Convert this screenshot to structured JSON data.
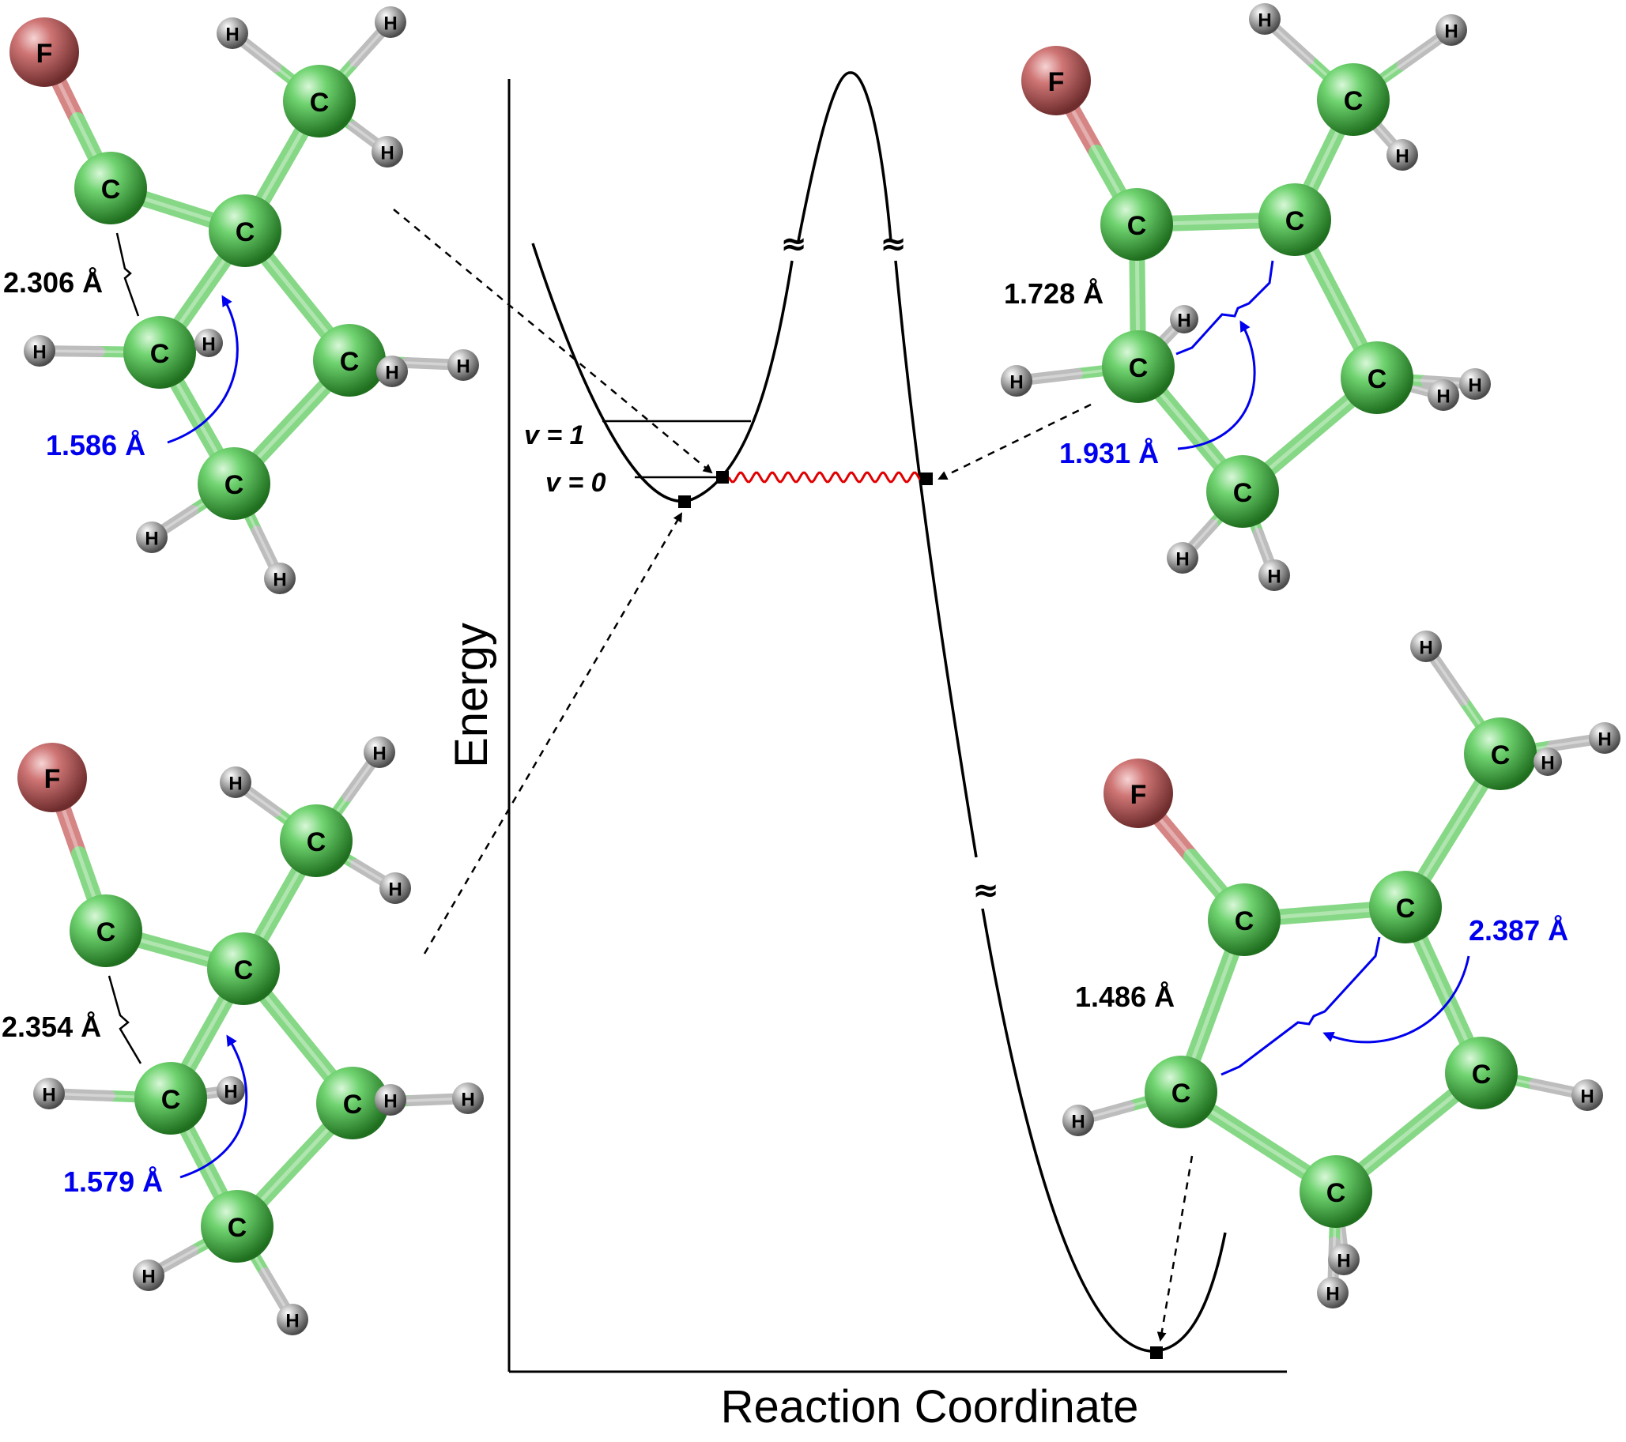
{
  "axes": {
    "x_label": "Reaction Coordinate",
    "y_label": "Energy"
  },
  "levels": {
    "v1": "v = 1",
    "v0": "v = 0"
  },
  "break_mark": "≈",
  "atoms": {
    "F": "F",
    "C": "C",
    "H": "H"
  },
  "distances": {
    "tl_black": "2.306 Å",
    "tl_blue": "1.586 Å",
    "tr_black": "1.728 Å",
    "tr_blue": "1.931 Å",
    "bl_black": "2.354 Å",
    "bl_blue": "1.579 Å",
    "br_black": "1.486 Å",
    "br_blue": "2.387 Å"
  },
  "colors": {
    "carbon": "#5cc25c",
    "fluorine": "#c96b6b",
    "hydrogen": "#9a9a9a",
    "bond": "#7fd47f",
    "tunneling": "#e00000",
    "blue_annotation": "#0000ee",
    "curve": "#000000"
  }
}
